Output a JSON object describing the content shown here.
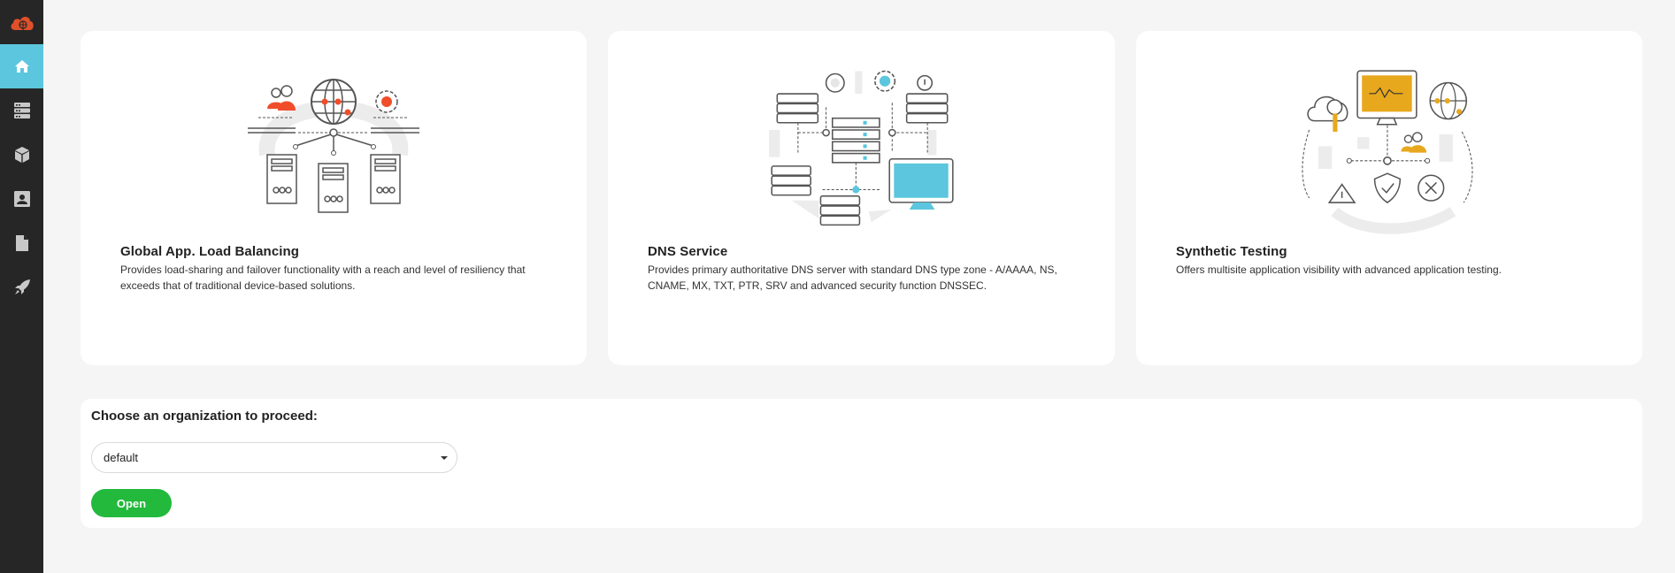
{
  "sidebar": {
    "logo": "cloud-logo-icon",
    "items": [
      {
        "icon": "home-icon",
        "active": true
      },
      {
        "icon": "server-stack-icon",
        "active": false
      },
      {
        "icon": "cube-icon",
        "active": false
      },
      {
        "icon": "contact-card-icon",
        "active": false
      },
      {
        "icon": "document-icon",
        "active": false
      },
      {
        "icon": "rocket-icon",
        "active": false
      }
    ],
    "colors": {
      "background": "#262626",
      "active": "#5bc6dd",
      "icon": "#c8c8c8",
      "logo": "#e0502a"
    }
  },
  "cards": [
    {
      "title": "Global App. Load Balancing",
      "description": "Provides load-sharing and failover functionality with a reach and level of resiliency that exceeds that of traditional device-based solutions.",
      "illustration": "load-balancing-illustration",
      "accent": "#f04e2b"
    },
    {
      "title": "DNS Service",
      "description": "Provides primary authoritative DNS server with standard DNS type zone - A/AAAA, NS, CNAME, MX, TXT, PTR, SRV and advanced security function DNSSEC.",
      "illustration": "dns-service-illustration",
      "accent": "#5bc6dd"
    },
    {
      "title": "Synthetic Testing",
      "description": "Offers multisite application visibility with advanced application testing.",
      "illustration": "synthetic-testing-illustration",
      "accent": "#e8a81d"
    }
  ],
  "organization": {
    "label": "Choose an organization to proceed:",
    "selected": "default",
    "open_label": "Open",
    "button_color": "#22b93c"
  }
}
